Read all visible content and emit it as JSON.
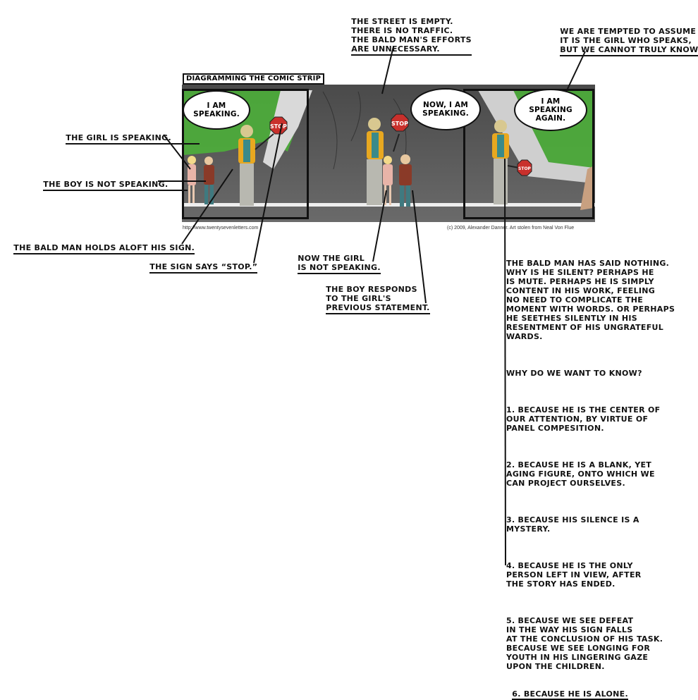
{
  "title": "DIAGRAMMING THE COMIC STRIP",
  "annotations": {
    "street_empty": "THE STREET IS EMPTY.\nTHERE IS NO TRAFFIC.\nTHE BALD MAN'S EFFORTS\nARE UNNECESSARY.",
    "tempted": "WE ARE TEMPTED TO ASSUME\nIT IS THE GIRL WHO SPEAKS,\nBUT WE CANNOT TRULY KNOW.",
    "girl_speaking": "THE GIRL IS SPEAKING.",
    "boy_not_speaking": "THE BOY IS NOT SPEAKING.",
    "bald_man_sign": "THE BALD MAN HOLDS ALOFT HIS SIGN.",
    "sign_says": "THE SIGN SAYS “STOP.”",
    "girl_not_speaking": "NOW THE GIRL\nIS NOT SPEAKING.",
    "boy_responds": "THE BOY RESPONDS\nTO THE GIRL'S\nPREVIOUS STATEMENT."
  },
  "comic": {
    "panels": [
      {
        "bubble": "I AM\nSPEAKING.",
        "sign": "STOP"
      },
      {
        "bubble": "NOW, I AM\nSPEAKING.",
        "sign": "STOP"
      },
      {
        "bubble": "I AM\nSPEAKING\nAGAIN.",
        "sign": "STOP"
      }
    ],
    "credit_left": "http://www.twentysevenletters.com",
    "credit_right": "(c) 2009, Alexander Danner. Art stolen from Neal Von Flue"
  },
  "essay": {
    "intro": "THE BALD MAN HAS SAID NOTHING.\nWHY IS HE SILENT? PERHAPS HE\nIS MUTE. PERHAPS HE IS SIMPLY\nCONTENT IN HIS WORK, FEELING\nNO NEED TO COMPLICATE THE\nMOMENT WITH WORDS. OR PERHAPS\nHE SEETHES SILENTLY IN HIS\nRESENTMENT OF HIS UNGRATEFUL\nWARDS.",
    "question": "WHY DO WE WANT TO KNOW?",
    "reasons": [
      "1. BECAUSE HE IS THE CENTER OF\nOUR ATTENTION, BY VIRTUE OF\nPANEL COMPESITION.",
      "2. BECAUSE HE IS A BLANK, YET\nAGING FIGURE, ONTO WHICH WE\nCAN PROJECT OURSELVES.",
      "3. BECAUSE HIS SILENCE IS A\nMYSTERY.",
      "4. BECAUSE HE IS THE ONLY\nPERSON LEFT IN VIEW, AFTER\nTHE STORY HAS ENDED.",
      "5. BECAUSE WE SEE DEFEAT\nIN THE WAY HIS SIGN FALLS\nAT THE CONCLUSION OF HIS TASK.\nBECAUSE WE SEE LONGING FOR\nYOUTH IN HIS LINGERING GAZE\nUPON THE CHILDREN.",
      "6. BECAUSE HE IS ALONE."
    ]
  },
  "colors": {
    "ink": "#111111",
    "street": "#5d5d5d",
    "foliage": "#4caf3a",
    "vest": "#e8a820",
    "stop_sign": "#c9302c",
    "girl_dress": "#e8b4a8",
    "boy_shirt": "#8a3a28",
    "boy_pants": "#3f7a80"
  }
}
